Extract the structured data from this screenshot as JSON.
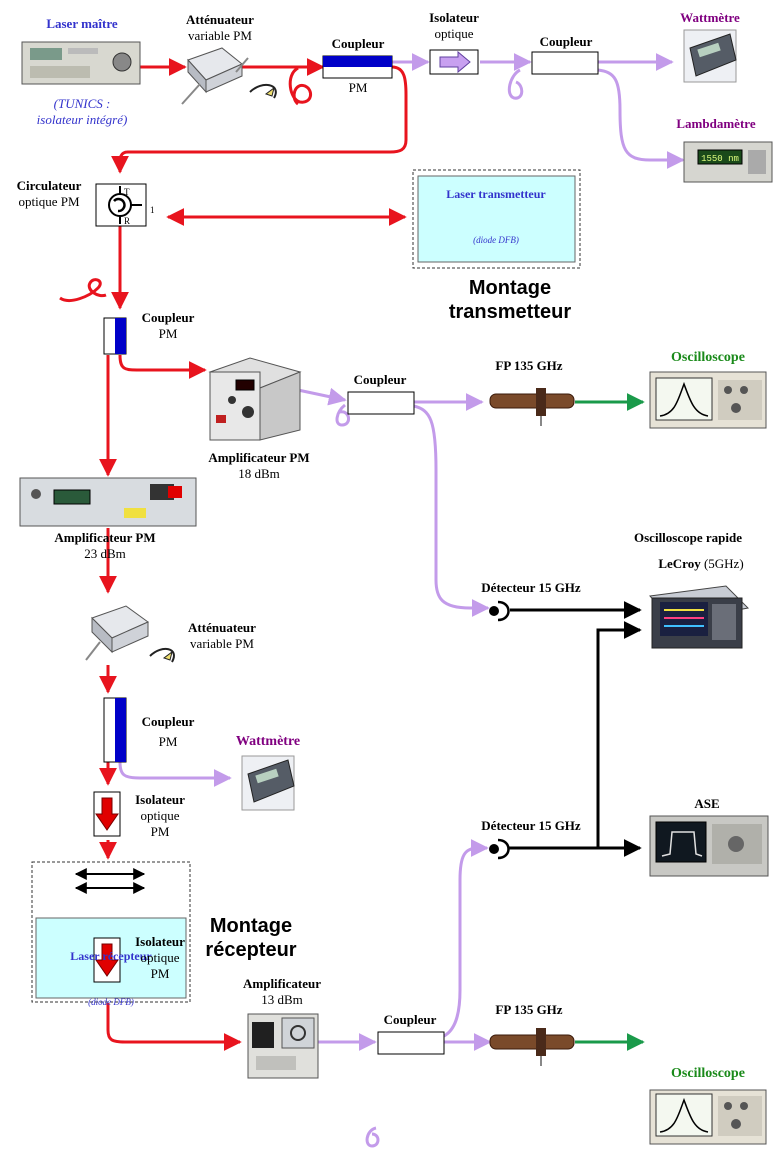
{
  "labels": {
    "laser_maitre": "Laser maître",
    "tunics_line1": "(TUNICS :",
    "tunics_line2": "isolateur intégré)",
    "attenuateur1_title": "Atténuateur",
    "attenuateur1_sub": "variable PM",
    "coupleur1_title": "Coupleur",
    "coupleur1_sub": "PM",
    "isolateur1_title": "Isolateur",
    "isolateur1_sub": "optique",
    "coupleur2_title": "Coupleur",
    "wattmetre1": "Wattmètre",
    "lambdametre": "Lambdamètre",
    "lambdametre_display": "1550 nm",
    "circulateur_title": "Circulateur",
    "circulateur_sub": "optique PM",
    "circ_T": "T",
    "circ_R": "R",
    "circ_1": "1",
    "laser_transmetteur": "Laser transmetteur",
    "laser_transmetteur_sub": "(diode  DFB)",
    "montage_transmetteur_1": "Montage",
    "montage_transmetteur_2": "transmetteur",
    "coupleur3_title": "Coupleur",
    "coupleur3_sub": "PM",
    "coupleur4_title": "Coupleur",
    "fp1": "FP 135 GHz",
    "oscilloscope1": "Oscilloscope",
    "ampli1_title": "Amplificateur PM",
    "ampli1_sub": "18 dBm",
    "ampli2_title": "Amplificateur PM",
    "ampli2_sub": "23 dBm",
    "oscillo_rapide_1": "Oscilloscope rapide",
    "oscillo_rapide_2": "LeCroy",
    "oscillo_rapide_3": "(5GHz)",
    "detecteur1": "Détecteur 15 GHz",
    "attenuateur2_title": "Atténuateur",
    "attenuateur2_sub": "variable PM",
    "coupleur5_title": "Coupleur",
    "coupleur5_sub": "PM",
    "wattmetre2": "Wattmètre",
    "isolateur2_title": "Isolateur",
    "isolateur2_sub1": "optique",
    "isolateur2_sub2": "PM",
    "ase": "ASE",
    "detecteur2": "Détecteur 15 GHz",
    "laser_recepteur": "Laser récepteur",
    "laser_recepteur_sub": "(diode  DFB)",
    "montage_recepteur_1": "Montage",
    "montage_recepteur_2": "récepteur",
    "isolateur3_title": "Isolateur",
    "isolateur3_sub1": "optique",
    "isolateur3_sub2": "PM",
    "ampli3_title": "Amplificateur",
    "ampli3_sub": "13 dBm",
    "coupleur6_title": "Coupleur",
    "fp2": "FP 135 GHz",
    "oscilloscope2": "Oscilloscope"
  },
  "colors": {
    "pm_fiber": "#e8141e",
    "std_fiber": "#c39bea",
    "electrical": "#000000",
    "output": "#1a9a4a",
    "coupler_blue": "#0000c8",
    "isolator_purple": "#c8a0f0",
    "isolator_red": "#e00000",
    "title_blue": "#3333cc",
    "title_purple": "#800080",
    "title_green": "#1a8a1a"
  }
}
